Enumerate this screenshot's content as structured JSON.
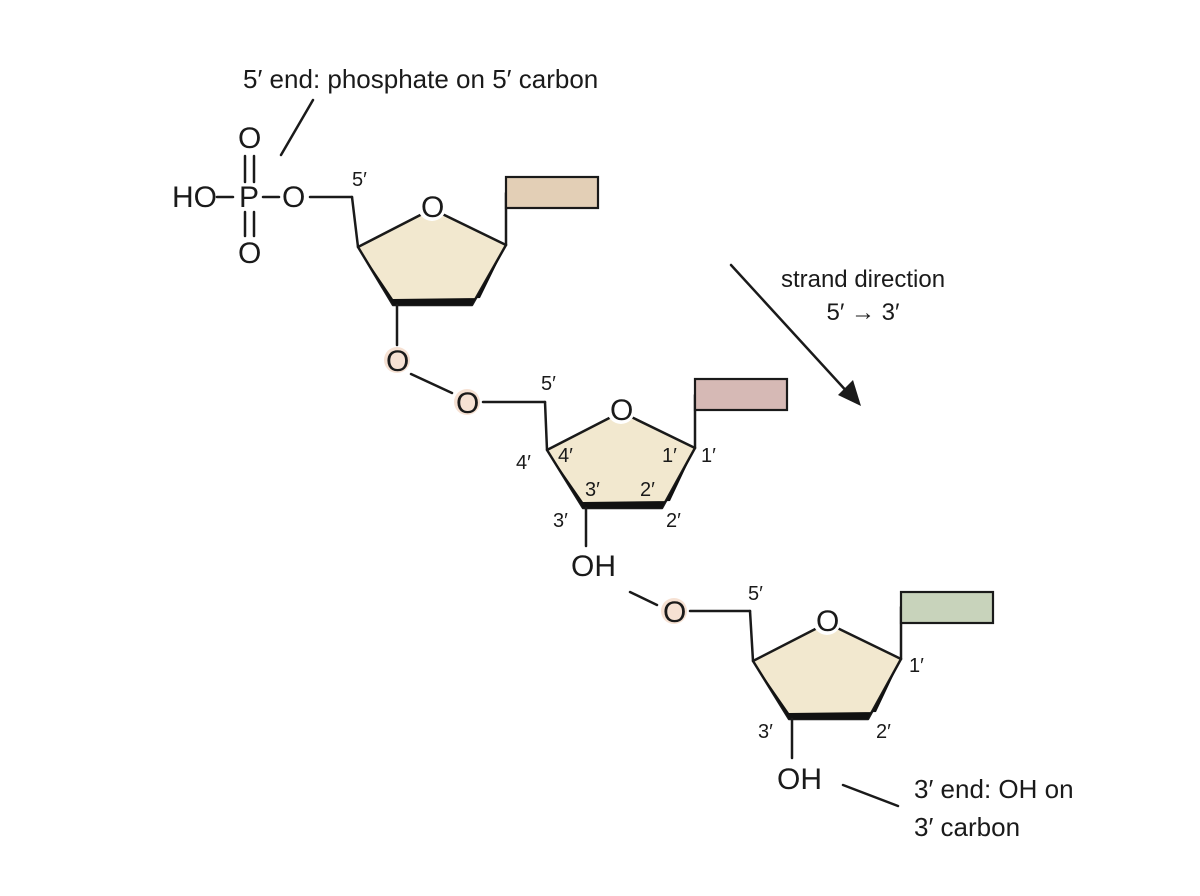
{
  "annotations": {
    "five_prime_end": "5′ end: phosphate on 5′ carbon",
    "strand_direction_line1": "strand direction",
    "strand_direction_line2": "5′ → 3′",
    "three_prime_end_line1": "3′ end: OH on",
    "three_prime_end_line2": "3′ carbon"
  },
  "phosphate": {
    "ho": "HO",
    "p": "P",
    "o_top": "O",
    "o_bottom": "O",
    "o_link": "O"
  },
  "rings": {
    "ring_oxygen": "O",
    "bridge_oxygen": "O",
    "hydroxyl": "OH"
  },
  "carbons": {
    "c1": "1′",
    "c2": "2′",
    "c3": "3′",
    "c4": "4′",
    "c5": "5′"
  },
  "colors": {
    "sugar_ring": "#f2e8cf",
    "base_1": "#e3cfb6",
    "base_2": "#d6b9b5",
    "base_3": "#c8d3bb",
    "bridge_oxygen_fill": "#f6e1d3",
    "arrow": "#1a1a1a"
  }
}
